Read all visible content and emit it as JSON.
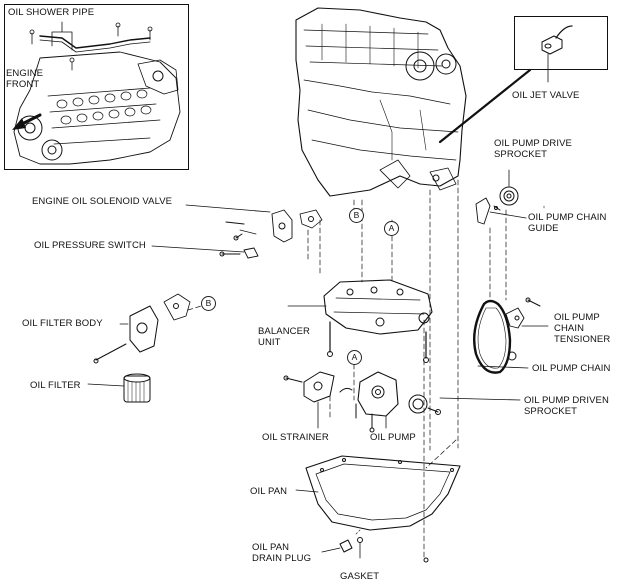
{
  "inset": {
    "title": "OIL SHOWER PIPE",
    "engine_front_line1": "ENGINE",
    "engine_front_line2": "FRONT"
  },
  "callouts": {
    "a": "A",
    "b": "B"
  },
  "labels": {
    "oil_jet_valve": "OIL JET VALVE",
    "oil_pump_drive_sprocket_line1": "OIL PUMP DRIVE",
    "oil_pump_drive_sprocket_line2": "SPROCKET",
    "engine_oil_solenoid_valve": "ENGINE OIL SOLENOID VALVE",
    "oil_pump_chain_guide_line1": "OIL PUMP CHAIN",
    "oil_pump_chain_guide_line2": "GUIDE",
    "oil_pressure_switch": "OIL PRESSURE SWITCH",
    "oil_filter_body": "OIL FILTER BODY",
    "oil_pump_chain_tensioner_line1": "OIL PUMP",
    "oil_pump_chain_tensioner_line2": "CHAIN",
    "oil_pump_chain_tensioner_line3": "TENSIONER",
    "balancer_unit_line1": "BALANCER",
    "balancer_unit_line2": "UNIT",
    "oil_pump_chain": "OIL PUMP CHAIN",
    "oil_filter": "OIL FILTER",
    "oil_pump_driven_sprocket_line1": "OIL PUMP DRIVEN",
    "oil_pump_driven_sprocket_line2": "SPROCKET",
    "oil_strainer": "OIL STRAINER",
    "oil_pump": "OIL PUMP",
    "oil_pan": "OIL PAN",
    "oil_pan_drain_plug_line1": "OIL PAN",
    "oil_pan_drain_plug_line2": "DRAIN PLUG",
    "gasket": "GASKET"
  }
}
